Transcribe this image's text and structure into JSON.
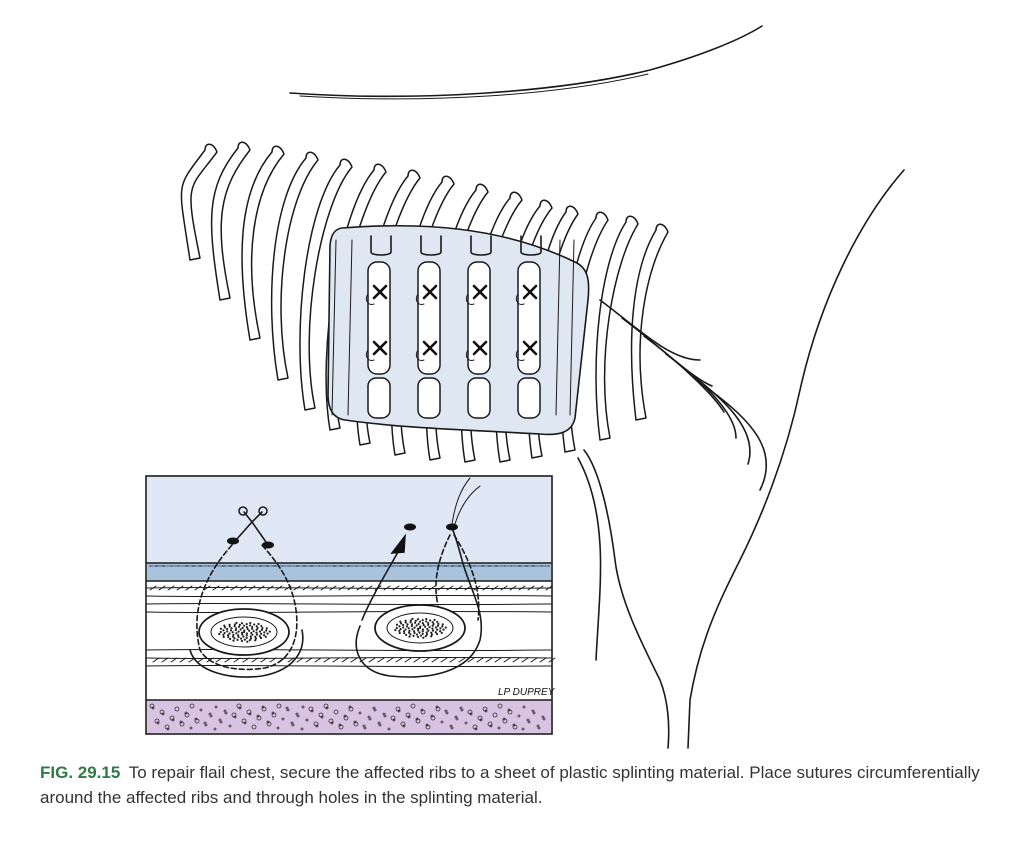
{
  "figure": {
    "label": "FIG. 29.15",
    "caption": "To repair flail chest, secure the affected ribs to a sheet of plastic splinting material. Place sutures circumferentially around the affected ribs and through holes in the splinting material.",
    "signature": "LP DUPREY"
  },
  "colors": {
    "splint": "#dfe7f3",
    "inset_sky": "#dfe8f4",
    "muscle_band": "#a9c3dc",
    "tissue_purple": "#d8c4e2",
    "caption_label": "#2f7a45",
    "caption_text": "#333333"
  }
}
